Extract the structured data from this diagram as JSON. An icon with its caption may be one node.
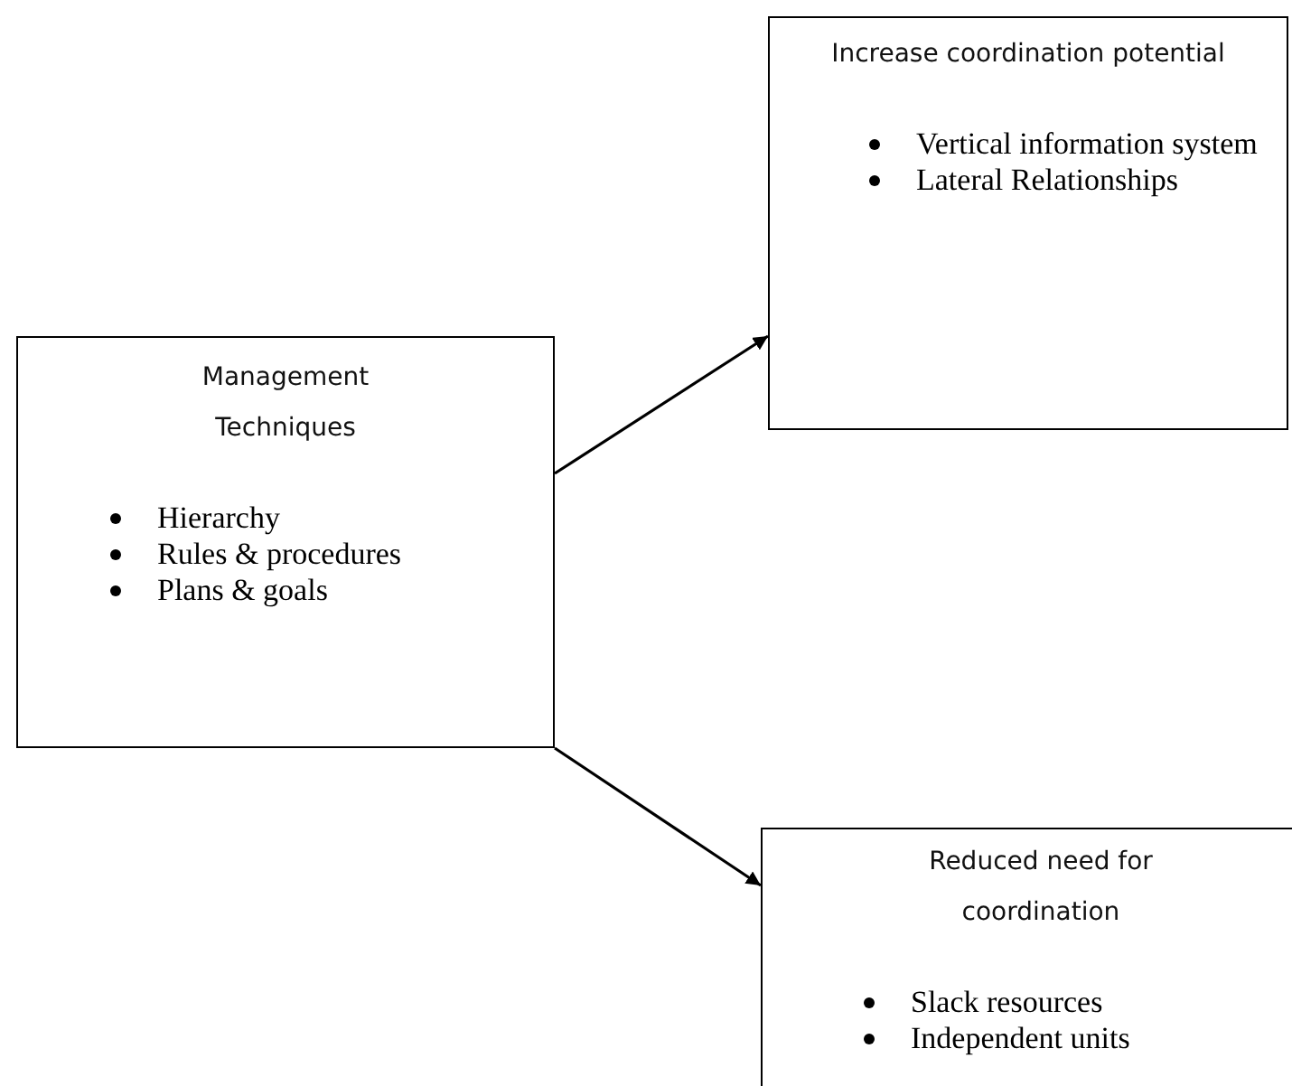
{
  "diagram": {
    "nodes": [
      {
        "text": [
          "Management Techniques",
          "Hierarchy",
          "Rules & procedures",
          "Plans & goals"
        ]
      },
      {
        "text": [
          "Increase coordination potential",
          "Vertical information system",
          "Lateral Relationships"
        ]
      },
      {
        "text": [
          "Reduced need for coordination",
          "Slack resources",
          "Independent units"
        ]
      }
    ],
    "edges": [
      {
        "from": 0,
        "to": 1,
        "arrow": "to"
      },
      {
        "from": 0,
        "to": 2,
        "arrow": "to"
      }
    ]
  }
}
